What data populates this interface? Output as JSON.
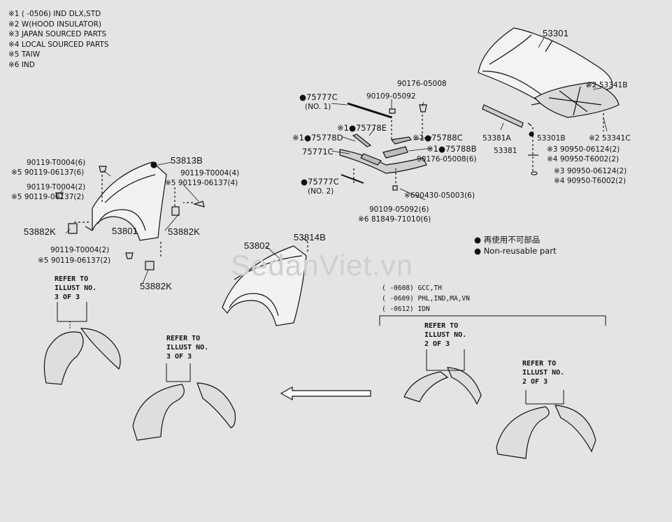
{
  "notes": [
    "※1 (      -0506) IND DLX,STD",
    "※2 W(HOOD INSULATOR)",
    "※3 JAPAN SOURCED PARTS",
    "※4 LOCAL SOURCED PARTS",
    "※5 TAIW",
    "※6 IND"
  ],
  "legend": {
    "jp": "● 再使用不可部品",
    "en": "● Non-reusable part"
  },
  "watermark": "SedanViet.vn",
  "variants": [
    "(      -0608) GCC,TH",
    "(      -0609) PHL,IND,MA,VN",
    "(      -0612) IDN"
  ],
  "refer": {
    "r1": "REFER TO\nILLUST NO.\n3 OF 3",
    "r2": "REFER TO\nILLUST NO.\n3 OF 3",
    "r3": "REFER TO\nILLUST NO.\n2 OF 3",
    "r4": "REFER TO\nILLUST NO.\n2 OF 3"
  },
  "labels": {
    "p53301": "53301",
    "p53341B": "※2 53341B",
    "p53341C": "※2 53341C",
    "p53381A": "53381A",
    "p53381": "53381",
    "p53301B": "53301B",
    "p90950_a": "※3 90950-06124(2)",
    "p90950_b": "※4 90950-T6002(2)",
    "p90950_c": "※3 90950-06124(2)",
    "p90950_d": "※4 90950-T6002(2)",
    "p90176_top": "90176-05008",
    "p90109_top": "90109-05092",
    "p75777C_1": "●75777C",
    "p75777C_1b": "(NO. 1)",
    "p75778E": "※1●75778E",
    "p75778D": "※1●75778D",
    "p75788C": "※1●75788C",
    "p75788B": "※1●75788B",
    "p75771C": "75771C",
    "p90176_mid": "90176-05008(6)",
    "p75777C_2": "●75777C",
    "p75777C_2b": "(NO. 2)",
    "p690430": "※690430-05003(6)",
    "p90109_bot": "90109-05092(6)",
    "p81849": "※6 81849-71010(6)",
    "p90119_a": "90119-T0004(6)",
    "p90119_b": "※5 90119-06137(6)",
    "p53813B": "53813B",
    "p90119_c": "90119-T0004(4)",
    "p90119_d": "※5 90119-06137(4)",
    "p90119_e": "90119-T0004(2)",
    "p90119_f": "※5 90119-06137(2)",
    "p53882K_a": "53882K",
    "p53801": "53801",
    "p53882K_b": "53882K",
    "p90119_g": "90119-T0004(2)",
    "p90119_h": "※5 90119-06137(2)",
    "p53882K_c": "53882K",
    "p53802": "53802",
    "p53814B": "53814B"
  }
}
